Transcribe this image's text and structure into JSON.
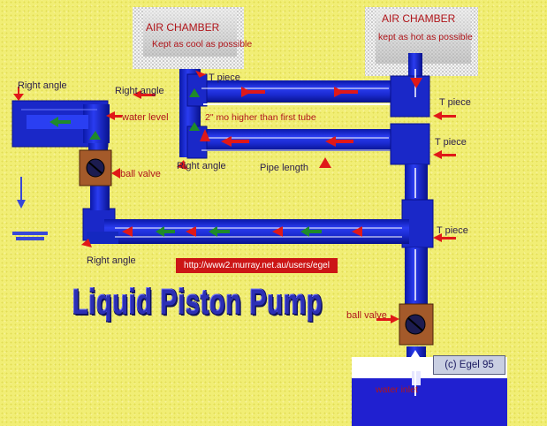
{
  "chambers": {
    "cool": {
      "title": "AIR CHAMBER",
      "subtitle": "Kept as cool as possible"
    },
    "hot": {
      "title": "AIR CHAMBER",
      "subtitle": "kept as hot as possible"
    }
  },
  "labels": {
    "right_angle_left": "Right angle",
    "right_angle_top": "Right angle",
    "water_level": "water level",
    "ball_valve_left": "ball  valve",
    "t_piece_top": "T piece",
    "higher_note": "2\" mo  higher than first tube",
    "right_angle_mid": "Right angle",
    "pipe_length": "Pipe length",
    "t_piece_right_1": "T piece",
    "t_piece_right_2": "T piece",
    "t_piece_right_3": "T piece",
    "right_angle_bottom": "Right angle",
    "ball_valve_right": "ball valve",
    "water_inlet": "water inlet"
  },
  "url": "http://www2.murray.net.au/users/egel",
  "title": "Liquid Piston Pump",
  "copyright": "(c) Egel 95",
  "colors": {
    "background": "#f1ee75",
    "pipe": "#1f2fd8",
    "valve": "#a45a2a",
    "arrow_red": "#e01818",
    "arrow_green": "#1f8a2a",
    "water": "#2020d0"
  }
}
